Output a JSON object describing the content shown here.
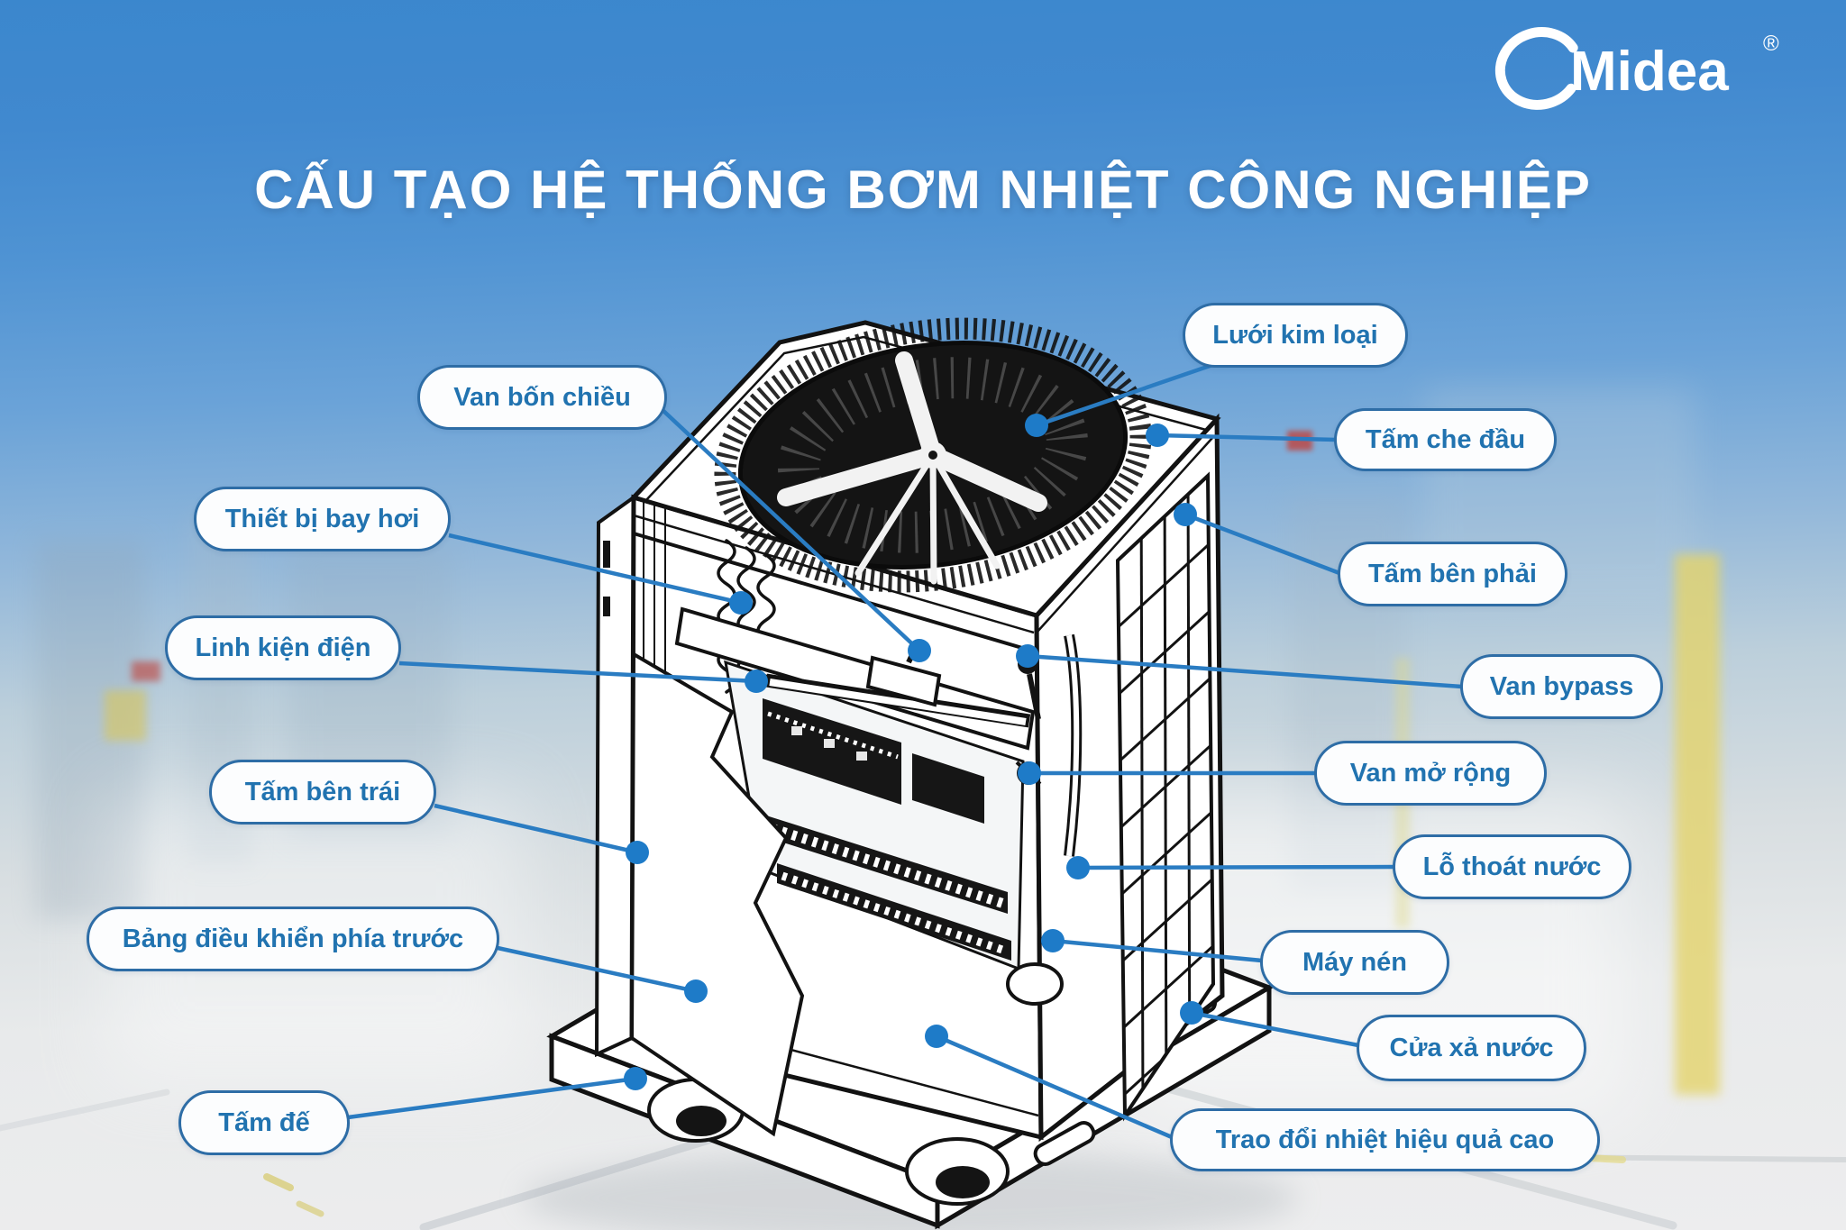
{
  "brand": {
    "name": "Midea",
    "registered": "®"
  },
  "title": "CẤU TẠO HỆ THỐNG BƠM NHIỆT CÔNG NGHIỆP",
  "labels": {
    "van_bon_chieu": "Van bốn chiều",
    "thiet_bi_bay_hoi": "Thiết bị bay hơi",
    "linh_kien_dien": "Linh kiện điện",
    "tam_ben_trai": "Tấm bên trái",
    "bang_dieu_khien": "Bảng điều khiển phía trước",
    "tam_de": "Tấm đế",
    "luoi_kim_loai": "Lưới kim loại",
    "tam_che_dau": "Tấm che đầu",
    "tam_ben_phai": "Tấm bên phải",
    "van_bypass": "Van bypass",
    "van_mo_rong": "Van mở rộng",
    "lo_thoat_nuoc": "Lỗ thoát nước",
    "may_nen": "Máy nén",
    "cua_xa_nuoc": "Cửa xả nước",
    "trao_doi_nhiet": "Trao đổi nhiệt hiệu quả cao"
  },
  "colors": {
    "background_top": "#3b87cd",
    "title_text": "#ffffff",
    "pill_border": "#2e6da6",
    "pill_text": "#2173b0",
    "connector_line": "#2a7cc2",
    "connector_dot": "#1e7bc8",
    "drawing_ink": "#121212"
  }
}
